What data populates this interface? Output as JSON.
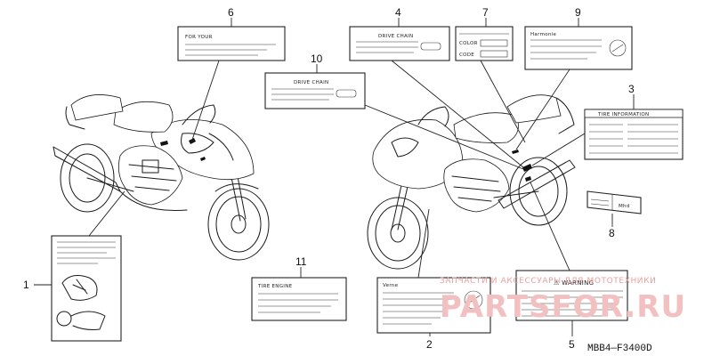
{
  "diagram": {
    "drawing_code": "MBB4—F3400D",
    "watermark": {
      "line1": "ЗАПЧАСТИ И АКСЕССУАРЫ ДЛЯ МОТОТЕХНИКИ",
      "line2": "PARTSFOR.RU"
    },
    "callouts": [
      "1",
      "2",
      "3",
      "4",
      "5",
      "6",
      "7",
      "8",
      "9",
      "10",
      "11"
    ],
    "labels": {
      "label_6": "FOR YOUR",
      "label_4": "DRIVE CHAIN",
      "label_7_color": "COLOR",
      "label_7_code": "CODE",
      "label_9": "Harmonie",
      "label_10": "DRIVE CHAIN",
      "label_3": "TIRE INFORMATION",
      "label_8": "Mhd",
      "label_11": "TIRE ENGINE",
      "label_2": "Verne",
      "label_5": "⚠ WARNING"
    }
  }
}
